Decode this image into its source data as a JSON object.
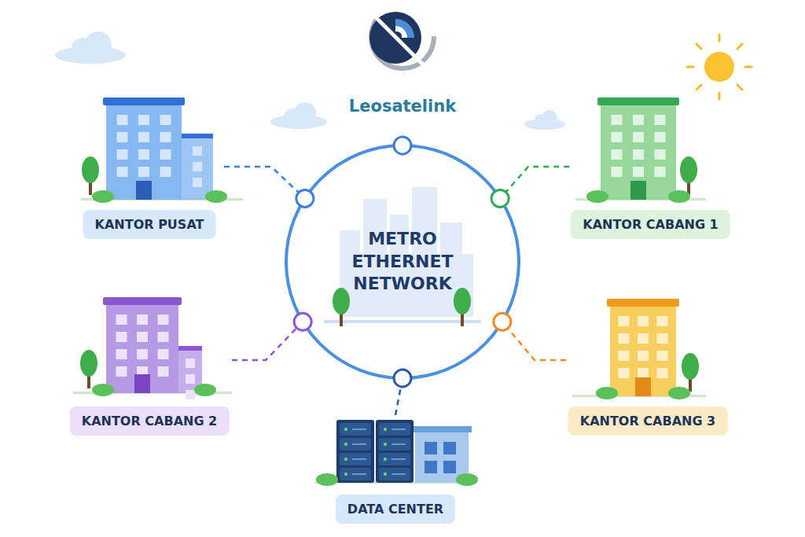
{
  "diagram": {
    "nodes": [
      {
        "text": [
          "METRO ETHERNET NETWORK"
        ]
      },
      {
        "text": [
          "KANTOR PUSAT"
        ]
      },
      {
        "text": [
          "KANTOR CABANG 1"
        ]
      },
      {
        "text": [
          "KANTOR CABANG 2"
        ]
      },
      {
        "text": [
          "KANTOR CABANG 3"
        ]
      },
      {
        "text": [
          "DATA CENTER"
        ]
      }
    ],
    "edges": [
      {
        "from": 1,
        "to": 0,
        "arrow": "none"
      },
      {
        "from": 2,
        "to": 0,
        "arrow": "none"
      },
      {
        "from": 3,
        "to": 0,
        "arrow": "none"
      },
      {
        "from": 4,
        "to": 0,
        "arrow": "none"
      },
      {
        "from": 5,
        "to": 0,
        "arrow": "none"
      }
    ],
    "labels": [
      "Leosatelink"
    ]
  }
}
